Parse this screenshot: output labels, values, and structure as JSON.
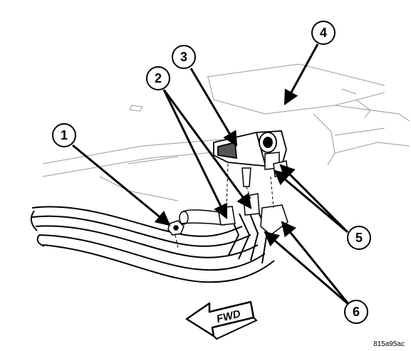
{
  "diagram": {
    "callouts": [
      {
        "id": "1",
        "label": "1"
      },
      {
        "id": "2",
        "label": "2"
      },
      {
        "id": "3",
        "label": "3"
      },
      {
        "id": "4",
        "label": "4"
      },
      {
        "id": "5",
        "label": "5"
      },
      {
        "id": "6",
        "label": "6"
      }
    ],
    "direction_label": "FWD",
    "figure_ref": "815a95ac"
  }
}
